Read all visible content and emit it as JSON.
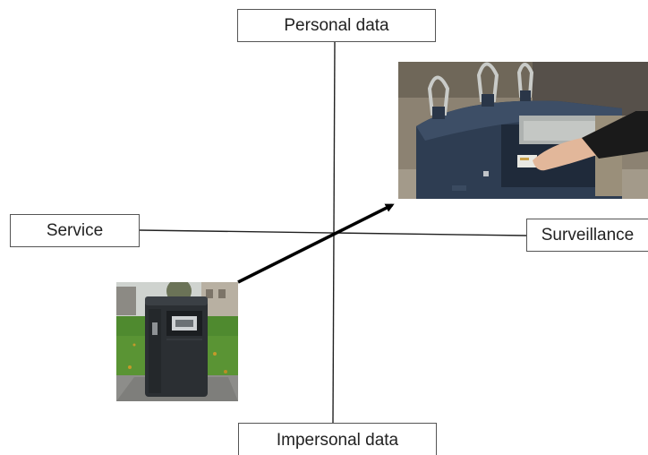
{
  "axes": {
    "top": "Personal data",
    "bottom": "Impersonal data",
    "left": "Service",
    "right": "Surveillance"
  },
  "images": {
    "lower_left": "smart-waste-bin-photo",
    "upper_right": "card-access-waste-container-photo"
  },
  "colors": {
    "line": "#222222",
    "arrow": "#000000",
    "box_border": "#555555"
  }
}
